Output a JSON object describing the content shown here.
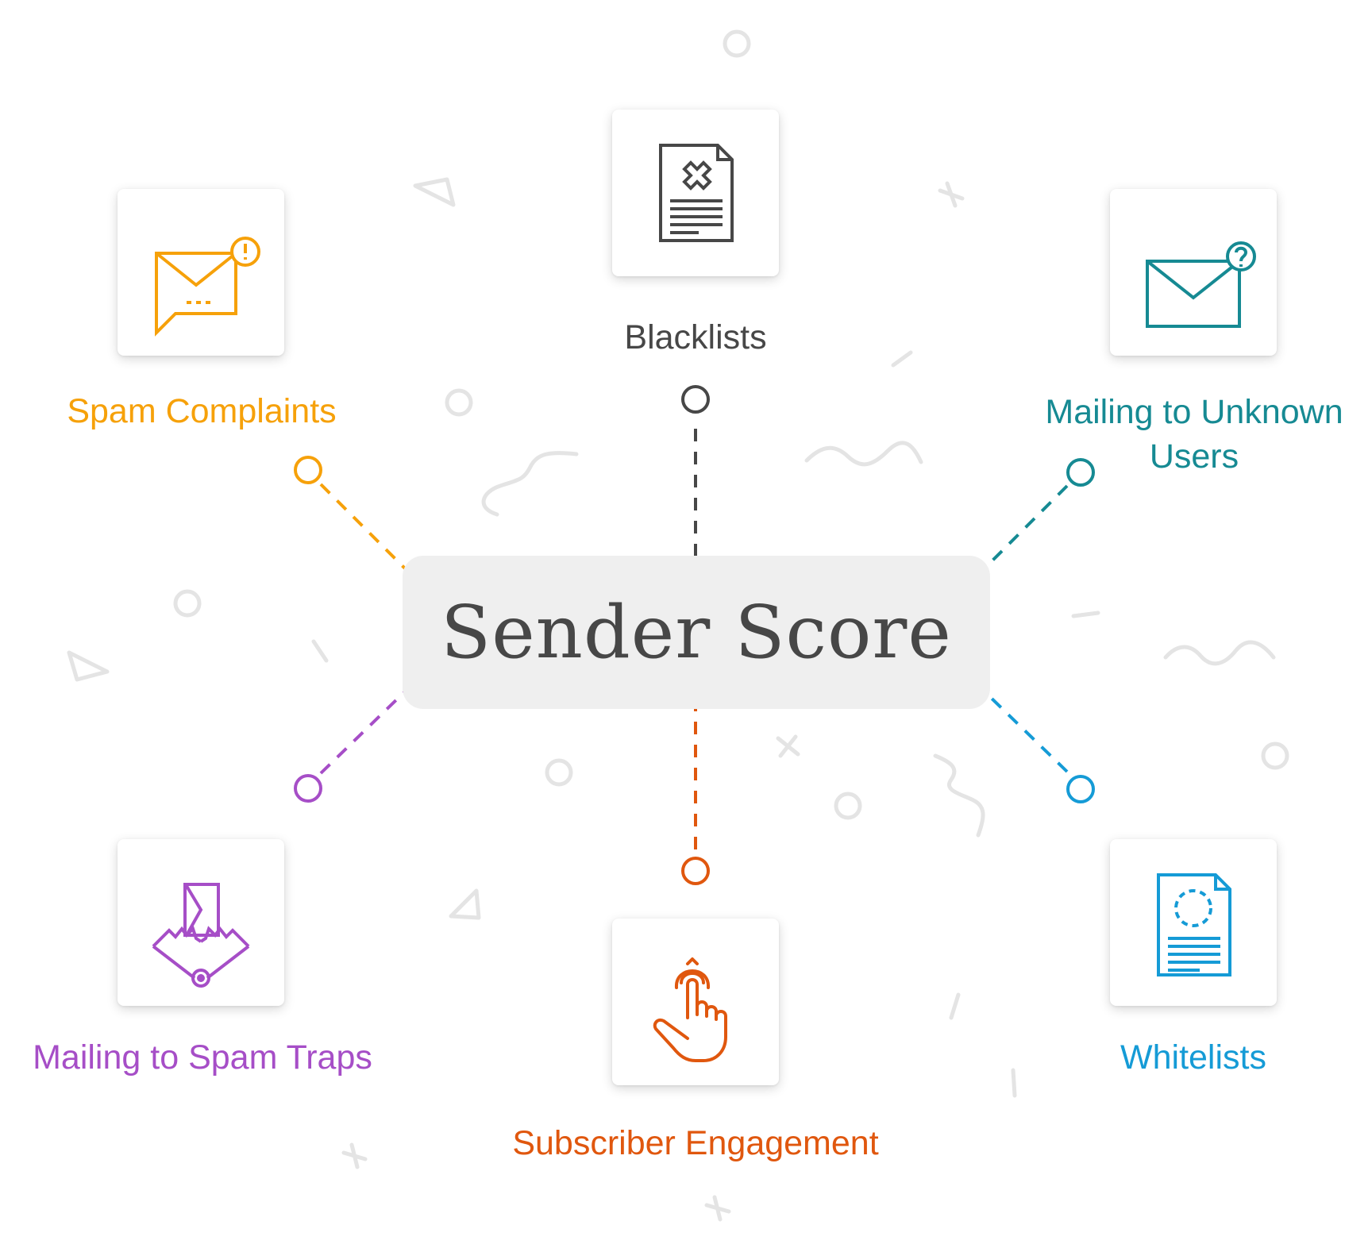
{
  "center": {
    "title": "Sender Score",
    "color": "#474747",
    "background": "#efefef"
  },
  "nodes": {
    "blacklists": {
      "label": "Blacklists",
      "color": "#474747",
      "icon": "document-x-icon"
    },
    "spam_complaints": {
      "label": "Spam Complaints",
      "color": "#f6a10a",
      "icon": "chat-envelope-alert-icon"
    },
    "unknown_users": {
      "label": "Mailing to Unknown Users",
      "color": "#168a93",
      "icon": "envelope-question-icon"
    },
    "spam_traps": {
      "label": "Mailing to Spam Traps",
      "color": "#a64ec7",
      "icon": "envelope-trap-icon"
    },
    "engagement": {
      "label": "Subscriber Engagement",
      "color": "#e0570e",
      "icon": "pointing-hand-icon"
    },
    "whitelists": {
      "label": "Whitelists",
      "color": "#159bd6",
      "icon": "document-certificate-icon"
    }
  },
  "decor_color": "#e4e4e4"
}
